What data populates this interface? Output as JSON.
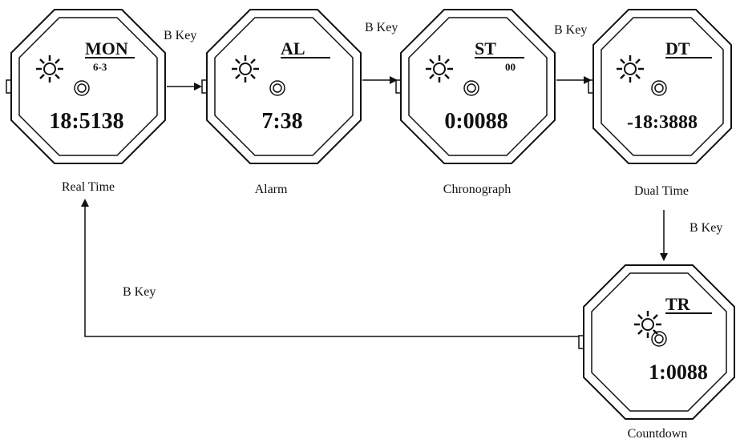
{
  "diagram": {
    "watches": [
      {
        "id": "real-time",
        "caption": "Real Time",
        "mode": "MON",
        "sub": "6-3",
        "time": "18:5138"
      },
      {
        "id": "alarm",
        "caption": "Alarm",
        "mode": "AL",
        "sub": "",
        "time": "7:38"
      },
      {
        "id": "chronograph",
        "caption": "Chronograph",
        "mode": "ST",
        "sub": "00",
        "time": "0:0088"
      },
      {
        "id": "dual-time",
        "caption": "Dual Time",
        "mode": "DT",
        "sub": "",
        "time": "-18:3888"
      },
      {
        "id": "countdown",
        "caption": "Countdown",
        "mode": "TR",
        "sub": "",
        "time": "1:0088"
      }
    ],
    "key_label": "B Key"
  },
  "colors": {
    "line": "#111111",
    "background": "#ffffff"
  }
}
